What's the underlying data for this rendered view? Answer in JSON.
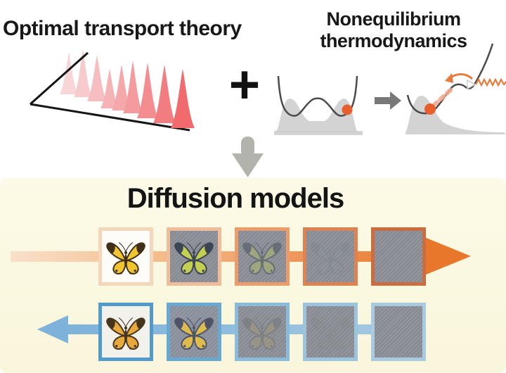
{
  "header": {
    "optimal_transport": {
      "title": "Optimal transport theory"
    },
    "plus_sign": "+",
    "nonequilibrium": {
      "title_line1": "Nonequilibrium",
      "title_line2": "thermodynamics"
    }
  },
  "diffusion_panel": {
    "title": "Diffusion models",
    "forward_process": {
      "direction": "left-to-right",
      "frame_count": 5
    },
    "reverse_process": {
      "direction": "right-to-left",
      "frame_count": 5
    }
  },
  "colors": {
    "panel_background": "#fbf8e2",
    "forward_accent_orange": "#e8772c",
    "reverse_accent_blue": "#7fb2da",
    "distribution_pink": "#f16a6d",
    "particle_orange": "#e85f2d",
    "potential_curve_gray": "#4b4b4b",
    "merge_arrow_gray": "#b3b3ae",
    "transition_arrow_gray": "#787878"
  }
}
